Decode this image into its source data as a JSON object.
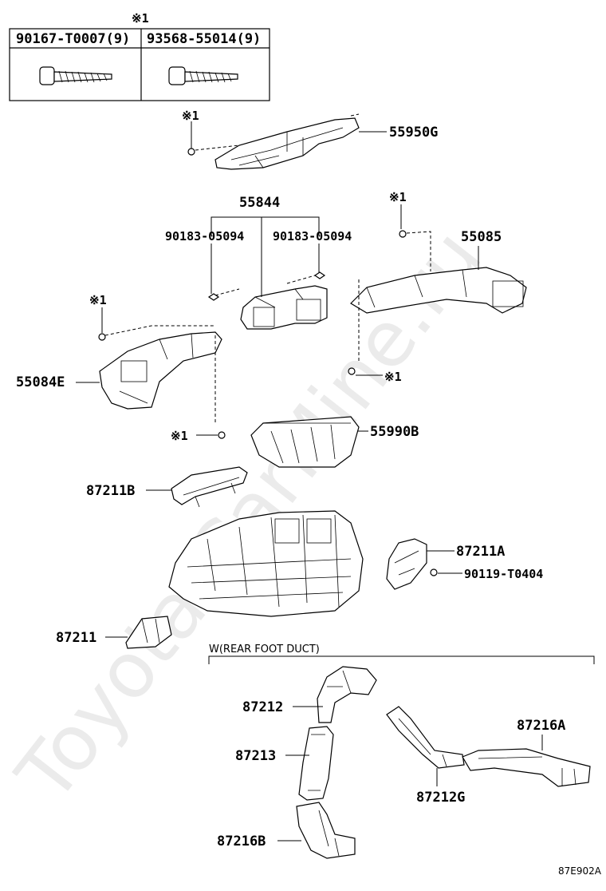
{
  "header_table": {
    "note_mark": "※1",
    "col1_part": "90167-T0007(9)",
    "col2_part": "93568-55014(9)"
  },
  "labels": {
    "p55950G": "55950G",
    "note_a": "※1",
    "p55844": "55844",
    "p90183_left": "90183-05094",
    "p90183_right": "90183-05094",
    "note_b": "※1",
    "p55085": "55085",
    "note_c": "※1",
    "p55084E": "55084E",
    "note_d": "※1",
    "note_e": "※1",
    "p55990B": "55990B",
    "p87211B": "87211B",
    "p87211A": "87211A",
    "p90119": "90119-T0404",
    "p87211": "87211",
    "rear_foot_duct": "W(REAR FOOT DUCT)",
    "p87212": "87212",
    "p87216A": "87216A",
    "p87213": "87213",
    "p87212G": "87212G",
    "p87216B": "87216B",
    "diagram_code": "87E902A"
  },
  "watermark": "Toyota-CarMine.ru"
}
